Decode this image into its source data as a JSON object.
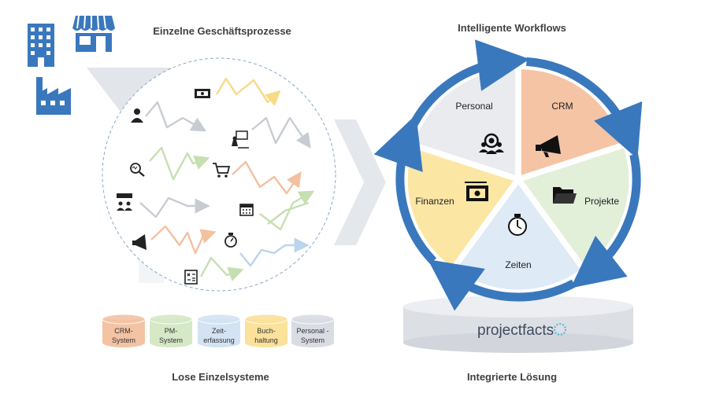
{
  "left": {
    "title": "Einzelne Geschäftsprozesse",
    "footer": "Lose Einzelsysteme",
    "cylinders": [
      {
        "line1": "CRM-",
        "line2": "System",
        "color": "#f3c3a4"
      },
      {
        "line1": "PM-",
        "line2": "System",
        "color": "#d6e9c6"
      },
      {
        "line1": "Zeit-",
        "line2": "erfassung",
        "color": "#d3e3f3"
      },
      {
        "line1": "Buch-",
        "line2": "haltung",
        "color": "#fbe19a"
      },
      {
        "line1": "Personal -",
        "line2": "System",
        "color": "#d9dce3"
      }
    ]
  },
  "right": {
    "title": "Intelligente Workflows",
    "footer": "Integrierte Lösung",
    "segments": {
      "personal": "Personal",
      "crm": "CRM",
      "projekte": "Projekte",
      "zeiten": "Zeiten",
      "finanzen": "Finanzen"
    },
    "logo": {
      "text": "projectfacts"
    }
  },
  "colors": {
    "accent_blue": "#3a78bd",
    "crm": "#f5c4a5",
    "projekte": "#e2efd9",
    "zeiten": "#deeaf6",
    "finanzen": "#fce6a4",
    "personal": "#e9ebee",
    "chevron": "#e4e7ec"
  },
  "icons": [
    "office-building-icon",
    "store-icon",
    "factory-icon",
    "money-icon",
    "person-icon",
    "presentation-icon",
    "magnifier-icon",
    "shopping-cart-icon",
    "calendar-icon",
    "group-icon",
    "megaphone-icon",
    "stopwatch-icon",
    "calculator-icon",
    "folder-icon"
  ]
}
